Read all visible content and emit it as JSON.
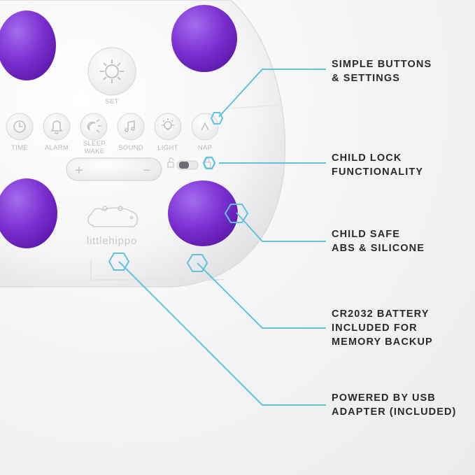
{
  "device": {
    "set_label": "SET",
    "brand": "littlehippo",
    "buttons": [
      {
        "label": "TIME",
        "icon": "clock-icon"
      },
      {
        "label": "ALARM",
        "icon": "bell-icon"
      },
      {
        "label": "SLEEP",
        "label2": "WAKE",
        "icon": "sleep-wake-icon"
      },
      {
        "label": "SOUND",
        "icon": "music-note-icon"
      },
      {
        "label": "LIGHT",
        "icon": "light-bulb-icon"
      },
      {
        "label": "NAP",
        "icon": "nap-icon"
      }
    ],
    "rocker": {
      "plus": "+",
      "minus": "−"
    },
    "colors": {
      "body": "#ffffff",
      "feet": "#7b2fd0",
      "accent": "#5fc3de"
    }
  },
  "callouts": [
    {
      "line1": "SIMPLE BUTTONS",
      "line2": "& SETTINGS"
    },
    {
      "line1": "CHILD LOCK",
      "line2": "FUNCTIONALITY"
    },
    {
      "line1": "CHILD SAFE",
      "line2": "ABS & SILICONE"
    },
    {
      "line1": "CR2032 BATTERY",
      "line2": "INCLUDED FOR",
      "line3": "MEMORY BACKUP"
    },
    {
      "line1": "POWERED BY USB",
      "line2": "ADAPTER (INCLUDED)"
    }
  ]
}
